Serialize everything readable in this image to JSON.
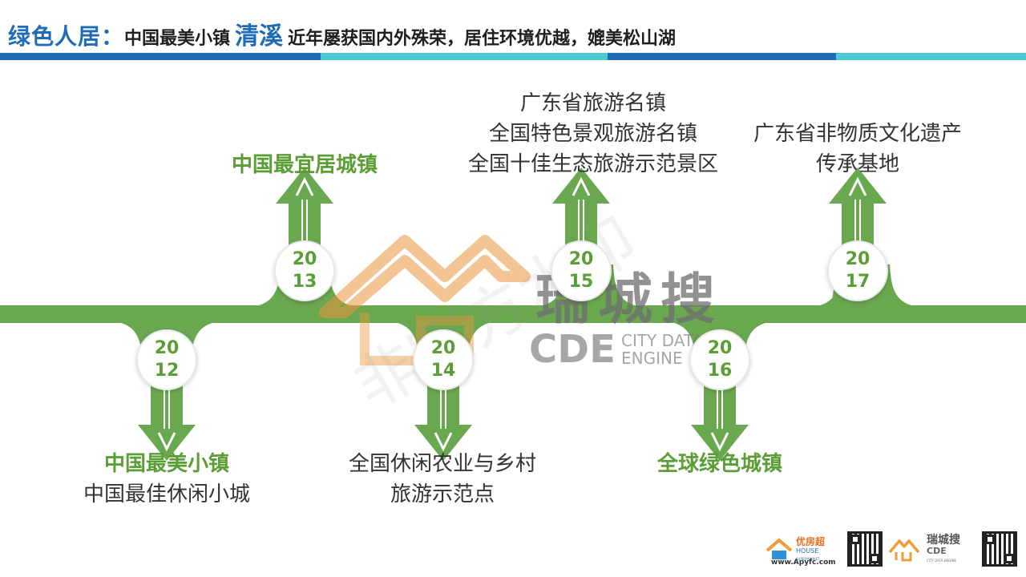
{
  "header": {
    "title_main": "绿色人居：",
    "title_sub": "中国最美小镇",
    "title_accent": "清溪",
    "title_rest": "近年屡获国内外殊荣，居住环境优越，媲美松山湖"
  },
  "colors": {
    "green": "#6aa84f",
    "label_green": "#5a9e35",
    "blue": "#1f6cb6",
    "teal": "#4ccad0"
  },
  "timeline": {
    "years": [
      {
        "top": "20",
        "bottom": "12"
      },
      {
        "top": "20",
        "bottom": "13"
      },
      {
        "top": "20",
        "bottom": "14"
      },
      {
        "top": "20",
        "bottom": "15"
      },
      {
        "top": "20",
        "bottom": "16"
      },
      {
        "top": "20",
        "bottom": "17"
      }
    ],
    "awards": {
      "y2012": {
        "line1": "中国最美小镇",
        "line2": "中国最佳休闲小城"
      },
      "y2013": {
        "line1": "中国最宜居城镇"
      },
      "y2014": {
        "line1": "全国休闲农业与乡村",
        "line2": "旅游示范点"
      },
      "y2015": {
        "line1": "广东省旅游名镇",
        "line2": "全国特色景观旅游名镇",
        "line3": "全国十佳生态旅游示范景区"
      },
      "y2016": {
        "line1": "全球绿色城镇"
      },
      "y2017": {
        "line1": "广东省非物质文化遗产",
        "line2": "传承基地"
      }
    }
  },
  "watermark": {
    "cn": "瑞城搜",
    "cde": "CDE",
    "sub1": "CITY DATA",
    "sub2": "ENGINE",
    "stamp": "非官方水印"
  },
  "footer": {
    "logo1_cn": "优房超",
    "logo1_en1": "HOUSE",
    "logo1_en2": "SUPERMARKET",
    "url": "www.Apyfc.com",
    "logo2_cn": "瑞城搜",
    "logo2_en": "CDE",
    "logo2_sub": "CITY DATA ENGINE"
  }
}
